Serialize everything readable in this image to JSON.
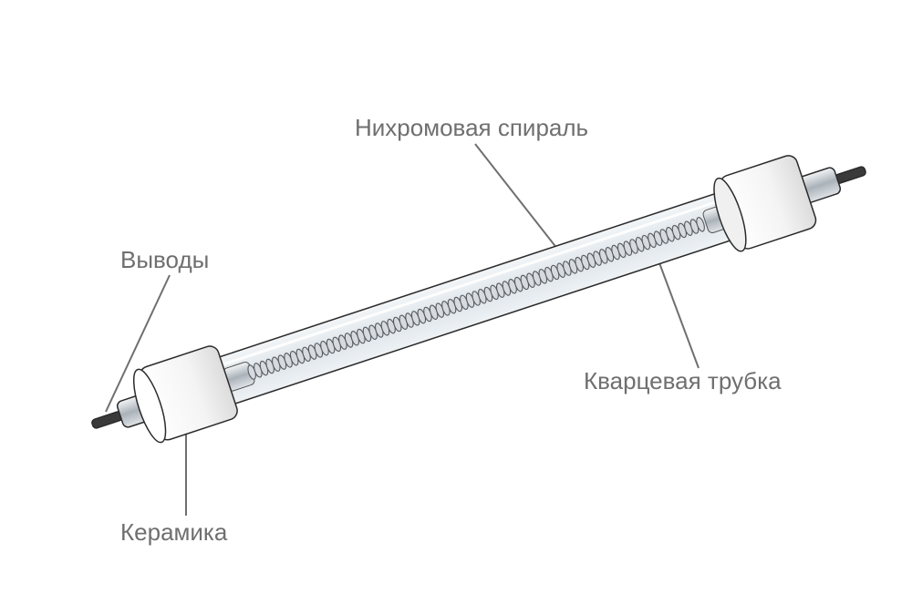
{
  "labels": {
    "spiral": "Нихромовая спираль",
    "leads": "Выводы",
    "tube": "Кварцевая трубка",
    "ceramic": "Керамика"
  },
  "colors": {
    "leader_line": "#6f6f6f",
    "label_text": "#6f6f6f",
    "outline": "#2b2b2b",
    "ceramic": "#f4f4f4",
    "glass": "#e6ecf1",
    "coil": "#b7bcc1",
    "terminal": "#3a3a3a"
  }
}
